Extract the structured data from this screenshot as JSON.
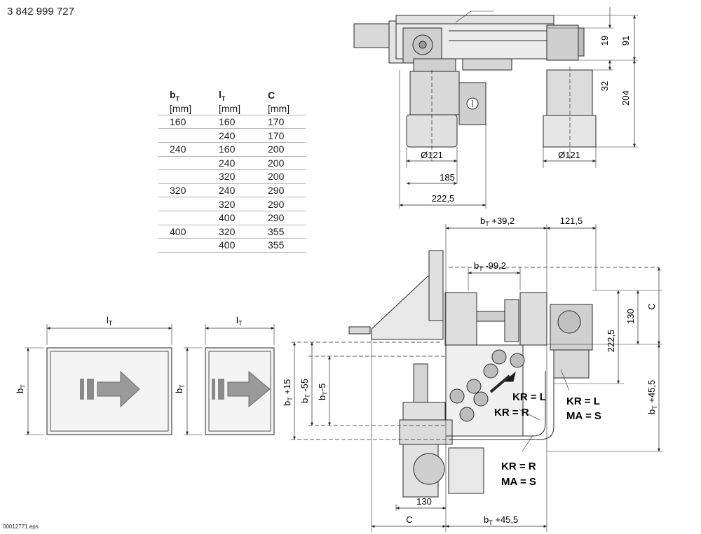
{
  "header": {
    "part_number": "3 842 999 727"
  },
  "footer": {
    "source_file": "00012771.eps"
  },
  "table": {
    "headers": [
      {
        "sym": "b",
        "sub": "T",
        "unit": "[mm]"
      },
      {
        "sym": "l",
        "sub": "T",
        "unit": "[mm]"
      },
      {
        "sym": "C",
        "sub": "",
        "unit": "[mm]"
      }
    ],
    "rows": [
      [
        "160",
        "160",
        "170"
      ],
      [
        "",
        "240",
        "170"
      ],
      [
        "240",
        "160",
        "200"
      ],
      [
        "",
        "240",
        "200"
      ],
      [
        "",
        "320",
        "200"
      ],
      [
        "320",
        "240",
        "290"
      ],
      [
        "",
        "320",
        "290"
      ],
      [
        "",
        "400",
        "290"
      ],
      [
        "400",
        "320",
        "355"
      ],
      [
        "",
        "400",
        "355"
      ]
    ]
  },
  "top_view": {
    "dims": {
      "d19": "19",
      "d91": "91",
      "d32": "32",
      "d204": "204",
      "dia_left": "Ø121",
      "dia_right": "Ø121",
      "d185": "185",
      "d222": "222,5"
    }
  },
  "pallet_views": {
    "large": {
      "width_label": "l",
      "width_sub": "T",
      "height_label": "b",
      "height_sub": "T"
    },
    "small": {
      "width_label": "l",
      "width_sub": "T",
      "height_label": "b",
      "height_sub": "T"
    }
  },
  "main_view": {
    "dims": {
      "bt_plus_39": "b",
      "bt_plus_39_sub": "T",
      "bt_plus_39_rest": " +39,2",
      "d121_5": "121,5",
      "bt_minus_99": "b",
      "bt_minus_99_sub": "T",
      "bt_minus_99_rest": " -99,2",
      "d130_right": "130",
      "dC_right": "C",
      "d222_5": "222,5",
      "bt_plus_45_right_b": "b",
      "bt_plus_45_right_sub": "T",
      "bt_plus_45_right_rest": " +45,5",
      "bt_plus_15_b": "b",
      "bt_plus_15_sub": "T",
      "bt_plus_15_rest": " +15",
      "bt_minus_55_b": "b",
      "bt_minus_55_sub": "T",
      "bt_minus_55_rest": " -55",
      "bt_minus_5_b": "b",
      "bt_minus_5_sub": "T",
      "bt_minus_5_rest": "-5",
      "d130_bottom": "130",
      "dC_bottom": "C",
      "bt_plus_45_bottom_b": "b",
      "bt_plus_45_bottom_sub": "T",
      "bt_plus_45_bottom_rest": " +45,5"
    },
    "labels": {
      "kr_l_1": "KR = L",
      "kr_r_1": "KR = R",
      "kr_l_2": "KR = L",
      "ma_s_1": "MA = S",
      "kr_r_2": "KR = R",
      "ma_s_2": "MA = S"
    }
  },
  "colors": {
    "line": "#2a2a2a",
    "fill": "#d9d9d9",
    "fill_dark": "#b0b0b0",
    "rule": "#b5b5b5"
  }
}
